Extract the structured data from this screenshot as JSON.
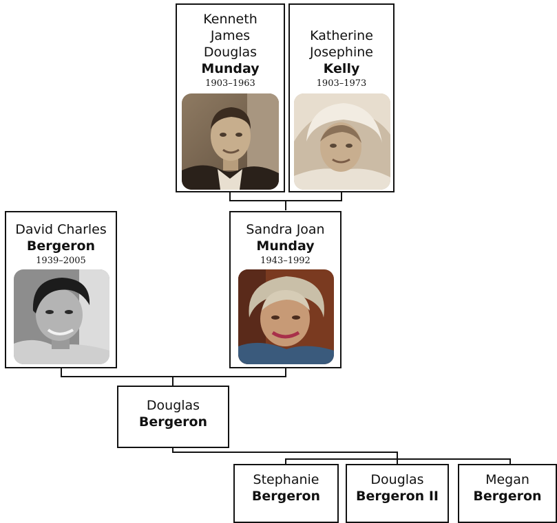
{
  "tree": {
    "grandfather": {
      "given": [
        "Kenneth",
        "James",
        "Douglas"
      ],
      "surname": "Munday",
      "dates": "1903–1963",
      "photo": "portrait-photo-sepia"
    },
    "grandmother": {
      "given": [
        "Katherine",
        "Josephine"
      ],
      "surname": "Kelly",
      "dates": "1903–1973",
      "photo": "portrait-photo-sepia"
    },
    "father": {
      "given": [
        "David Charles"
      ],
      "surname": "Bergeron",
      "dates": "1939–2005",
      "photo": "portrait-photo-grayscale"
    },
    "mother": {
      "given": [
        "Sandra Joan"
      ],
      "surname": "Munday",
      "dates": "1943–1992",
      "photo": "portrait-photo-color"
    },
    "focus": {
      "given": [
        "Douglas"
      ],
      "surname": "Bergeron"
    },
    "children": [
      {
        "given": "Stephanie",
        "surname": "Bergeron"
      },
      {
        "given": "Douglas",
        "surname": "Bergeron II"
      },
      {
        "given": "Megan",
        "surname": "Bergeron"
      }
    ]
  },
  "colors": {
    "line": "#111111",
    "border": "#111111",
    "background": "#ffffff"
  }
}
